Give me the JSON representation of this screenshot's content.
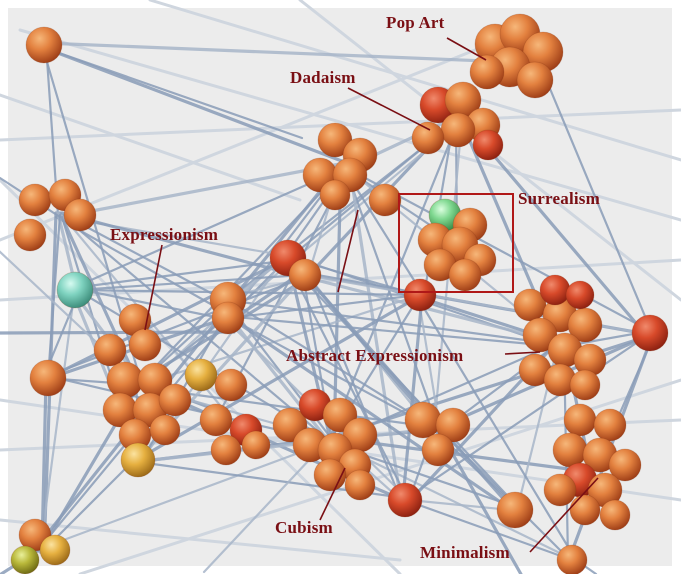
{
  "labels": {
    "pop_art": "Pop Art",
    "dadaism": "Dadaism",
    "surrealism": "Surrealism",
    "expressionism": "Expressionism",
    "abstract_expressionism": "Abstract Expressionism",
    "cubism": "Cubism",
    "minimalism": "Minimalism"
  },
  "colors": {
    "background": "#ececec",
    "panel": "#ffffff",
    "edge": "#8a9db8",
    "edge_light": "#c9d1dc",
    "node": "#e07a35",
    "node_red": "#d84a2a",
    "node_yellow": "#e6b040",
    "node_teal": "#7fd3c0",
    "node_green": "#7fd890",
    "label": "#7a0f14",
    "highlight_box": "#b01818"
  },
  "highlight": {
    "movement": "Surrealism"
  }
}
